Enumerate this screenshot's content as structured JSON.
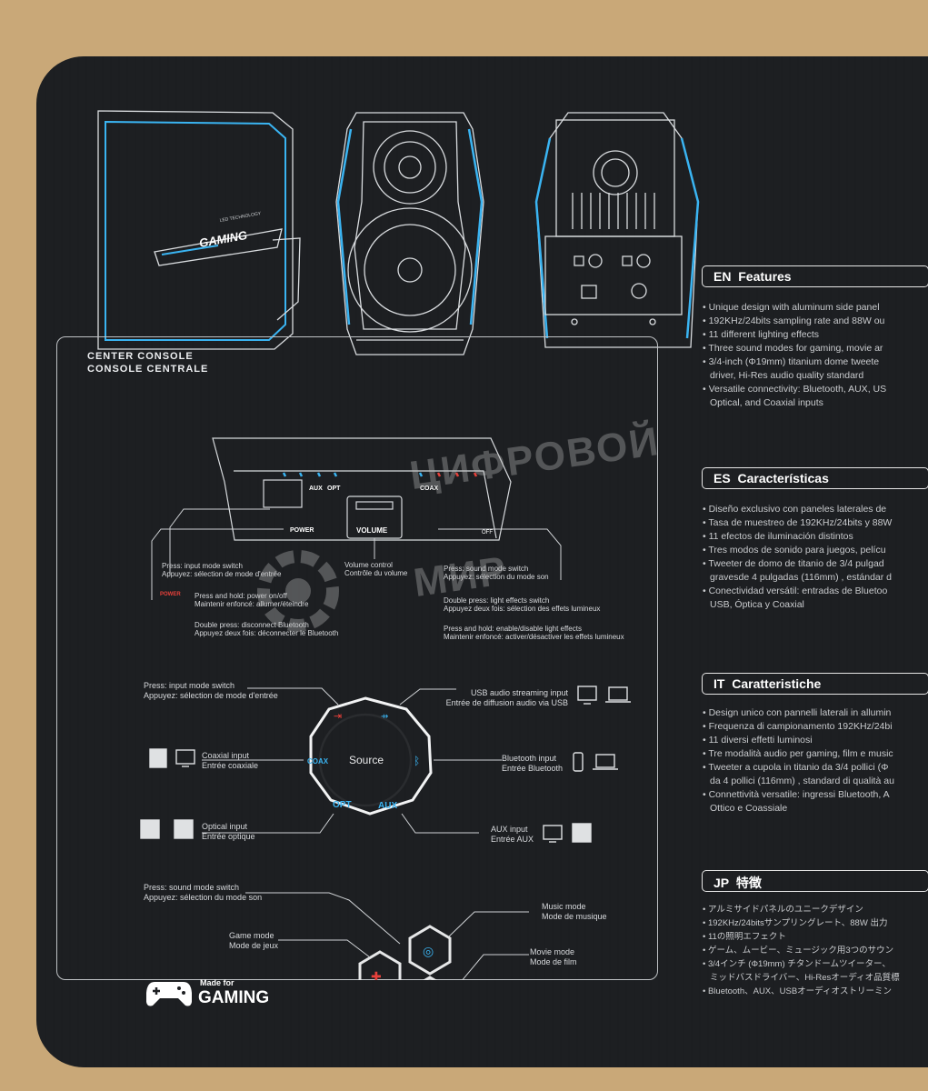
{
  "features": [
    {
      "code": "EN",
      "title": "Features",
      "items": [
        "• Unique design with aluminum side panel",
        "• 192KHz/24bits sampling rate and 88W ou",
        "• 11 different lighting effects",
        "• Three sound modes for gaming, movie ar",
        "• 3/4-inch (Φ19mm) titanium dome tweete",
        "  driver, Hi-Res audio quality standard",
        "• Versatile connectivity: Bluetooth, AUX, US",
        "  Optical, and Coaxial inputs"
      ]
    },
    {
      "code": "ES",
      "title": "Características",
      "items": [
        "• Diseño exclusivo con paneles laterales de",
        "• Tasa de muestreo de 192KHz/24bits y 88W",
        "• 11 efectos de iluminación distintos",
        "• Tres modos de sonido para juegos, pelícu",
        "• Tweeter de domo de titanio de 3/4 pulgad",
        "  gravesde 4 pulgadas (116mm) , estándar d",
        "• Conectividad versátil: entradas de Bluetoo",
        "  USB, Óptica y Coaxial"
      ]
    },
    {
      "code": "IT",
      "title": "Caratteristiche",
      "items": [
        "• Design unico con pannelli laterali in allumin",
        "• Frequenza di campionamento 192KHz/24bi",
        "• 11 diversi effetti luminosi",
        "• Tre modalità audio per gaming, film e music",
        "• Tweeter a cupola in titanio da 3/4 pollici (Φ",
        "  da 4 pollici (116mm) , standard di qualità au",
        "• Connettività versatile: ingressi Bluetooth, A",
        "  Ottico e Coassiale"
      ]
    },
    {
      "code": "JP",
      "title": "特徴",
      "items": [
        "• アルミサイドパネルのユニークデザイン",
        "• 192KHz/24bitsサンプリングレート、88W 出力",
        "• 11の照明エフェクト",
        "• ゲーム、ムービー、ミュージック用3つのサウン",
        "• 3/4インチ (Φ19mm) チタンドームツイーター、",
        "  ミッドバスドライバー、Hi-Resオーディオ品質標",
        "• Bluetooth、AUX、USBオーディオストリーミン"
      ]
    }
  ],
  "speaker": {
    "brand_text": "GAMING",
    "sub_text": "LED TECHNOLOGY"
  },
  "console": {
    "title_en": "CENTER CONSOLE",
    "title_fr": "CONSOLE CENTRALE",
    "device_labels": {
      "aux": "AUX",
      "opt": "OPT",
      "coax": "COAX",
      "power": "POWER",
      "volume": "VOLUME",
      "off": "OFF"
    },
    "notes": {
      "input_switch": "Press: input mode switch",
      "input_switch_fr": "Appuyez: sélection de mode d'entrée",
      "power_tag": "POWER",
      "power": "Press and hold: power on/off",
      "power_fr": "Maintenir enfoncé: allumer/éteindre",
      "bt_disconnect": "Double press: disconnect Bluetooth",
      "bt_disconnect_fr": "Appuyez deux fois: déconnecter le Bluetooth",
      "volume": "Volume control",
      "volume_fr": "Contrôle du volume",
      "sound_mode": "Press: sound mode switch",
      "sound_mode_fr": "Appuyez: sélection du mode son",
      "light_switch": "Double press: light effects switch",
      "light_switch_fr": "Appuyez deux fois: sélection des effets lumineux",
      "light_toggle": "Press and hold: enable/disable light effects",
      "light_toggle_fr": "Maintenir enfoncé: activer/désactiver les effets lumineux"
    }
  },
  "source": {
    "center": "Source",
    "coax": "COAX",
    "opt": "OPT",
    "aux": "AUX",
    "press": "Press: input mode switch",
    "press_fr": "Appuyez: sélection de mode d'entrée",
    "usb": "USB audio streaming input",
    "usb_fr": "Entrée de diffusion audio via USB",
    "coaxial": "Coaxial input",
    "coaxial_fr": "Entrée coaxiale",
    "bluetooth": "Bluetooth input",
    "bluetooth_fr": "Entrée Bluetooth",
    "optical": "Optical input",
    "optical_fr": "Entrée optique",
    "auxin": "AUX input",
    "auxin_fr": "Entrée AUX"
  },
  "modes": {
    "press": "Press: sound mode switch",
    "press_fr": "Appuyez: sélection du mode son",
    "music": "Music mode",
    "music_fr": "Mode de musique",
    "game": "Game mode",
    "game_fr": "Mode de jeux",
    "movie": "Movie mode",
    "movie_fr": "Mode de film"
  },
  "badge": {
    "small": "Made for",
    "big": "GAMING"
  },
  "watermark": {
    "line1": "ЦИФРОВОЙ",
    "line2": "МИР"
  },
  "colors": {
    "accent": "#3ab4f2",
    "red": "#e8403a",
    "board": "#1d1f22",
    "cardboard": "#c9a878"
  }
}
